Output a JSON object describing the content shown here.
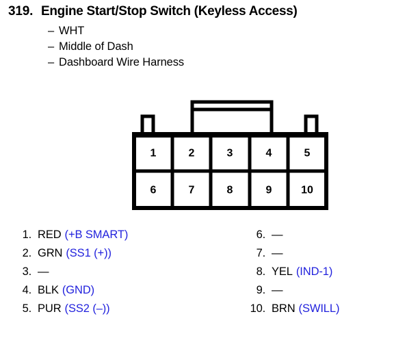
{
  "header": {
    "item_number": "319.",
    "title": "Engine Start/Stop Switch (Keyless Access)",
    "dash": "–",
    "details": [
      "WHT",
      "Middle of Dash",
      "Dashboard Wire Harness"
    ]
  },
  "connector": {
    "name": "10-pin connector",
    "rows": [
      [
        "1",
        "2",
        "3",
        "4",
        "5"
      ],
      [
        "6",
        "7",
        "8",
        "9",
        "10"
      ]
    ]
  },
  "pins": {
    "empty_symbol": "—",
    "left": [
      {
        "index": "1.",
        "color": "RED",
        "signal": "(+B SMART)"
      },
      {
        "index": "2.",
        "color": "GRN",
        "signal": "(SS1 (+))"
      },
      {
        "index": "3.",
        "color": "—",
        "signal": ""
      },
      {
        "index": "4.",
        "color": "BLK",
        "signal": "(GND)"
      },
      {
        "index": "5.",
        "color": "PUR",
        "signal": "(SS2 (–))"
      }
    ],
    "right": [
      {
        "index": "6.",
        "color": "—",
        "signal": ""
      },
      {
        "index": "7.",
        "color": "—",
        "signal": ""
      },
      {
        "index": "8.",
        "color": "YEL",
        "signal": "(IND-1)"
      },
      {
        "index": "9.",
        "color": "—",
        "signal": ""
      },
      {
        "index": "10.",
        "color": "BRN",
        "signal": "(SWILL)"
      }
    ]
  },
  "colors": {
    "signal_blue": "#2222dd",
    "text_black": "#000000",
    "background": "#ffffff"
  }
}
